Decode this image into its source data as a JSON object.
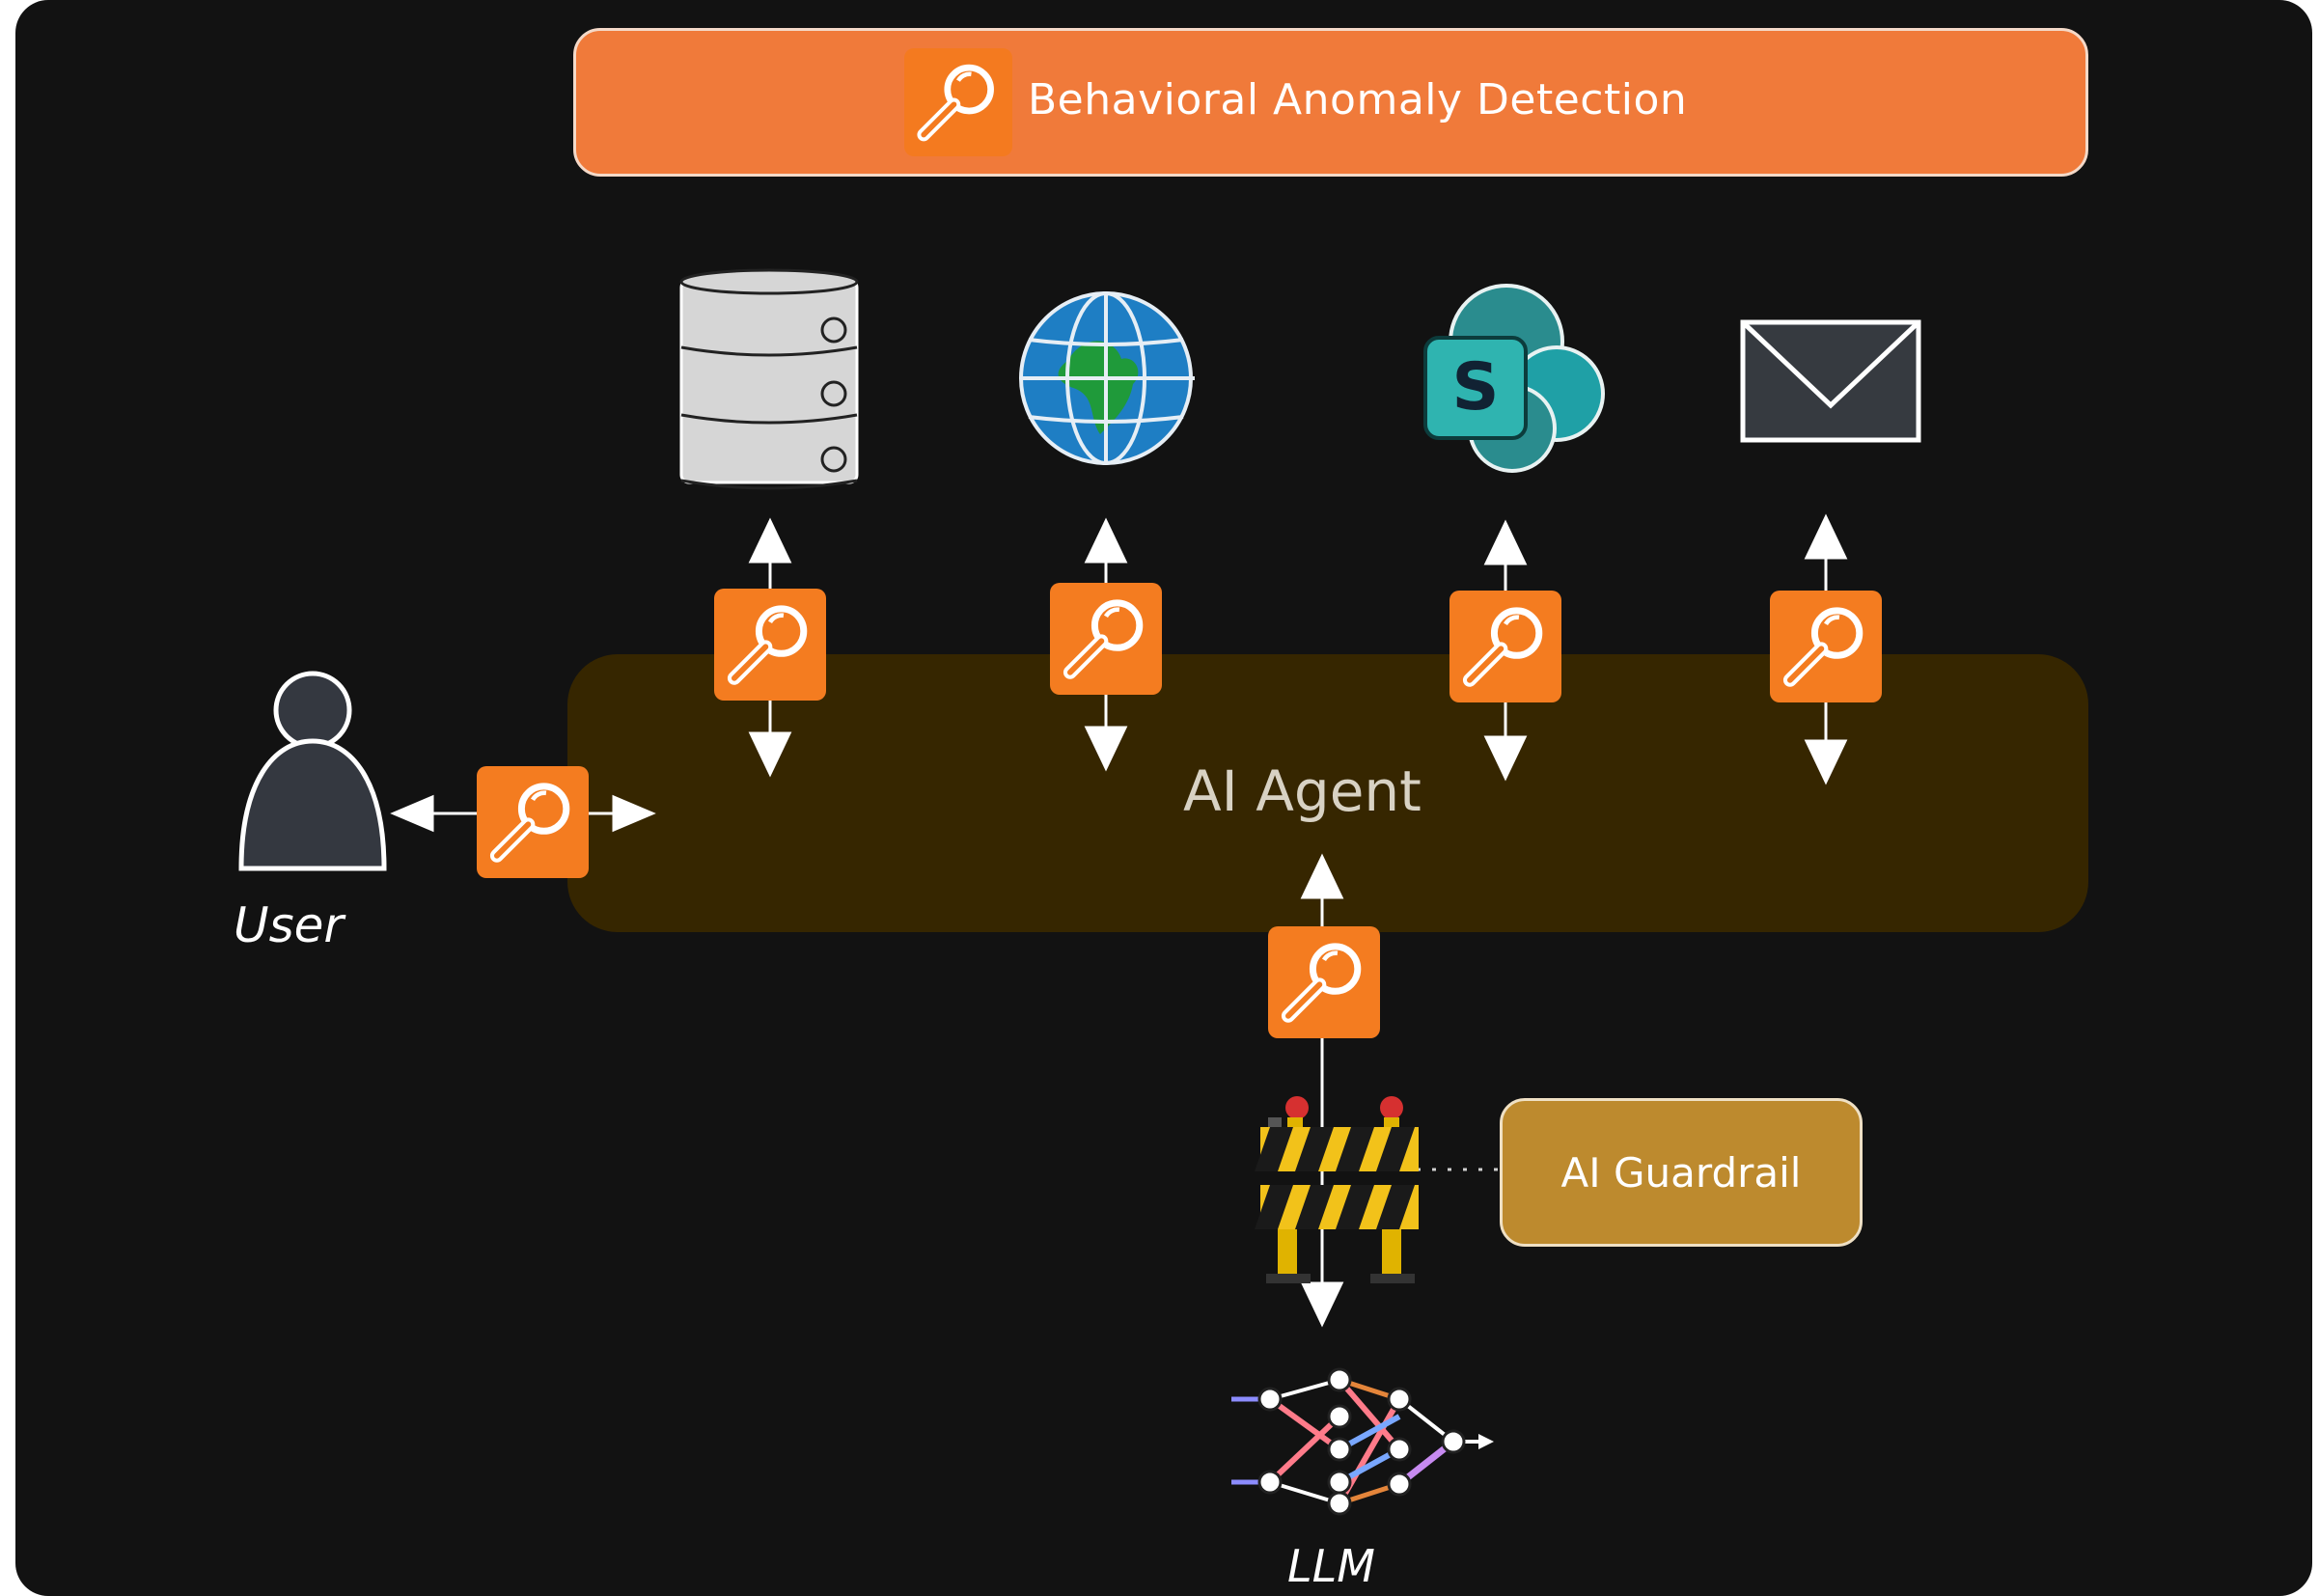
{
  "banner": {
    "title": "Behavioral Anomaly Detection",
    "color": "#f07a3a",
    "icon": "magnifier-icon"
  },
  "agent": {
    "label": "AI Agent",
    "color": "#362600"
  },
  "user": {
    "label": "User",
    "icon": "user-icon"
  },
  "llm": {
    "label": "LLM",
    "icon": "neural-network-icon"
  },
  "guardrail": {
    "label": "AI Guardrail",
    "color": "#bd8a2e",
    "icon": "barricade-icon"
  },
  "resources": [
    {
      "icon": "database-icon"
    },
    {
      "icon": "globe-icon"
    },
    {
      "icon": "sharepoint-icon"
    },
    {
      "icon": "email-icon"
    }
  ],
  "monitor": {
    "icon": "magnifier-icon",
    "color": "#f47c20"
  }
}
